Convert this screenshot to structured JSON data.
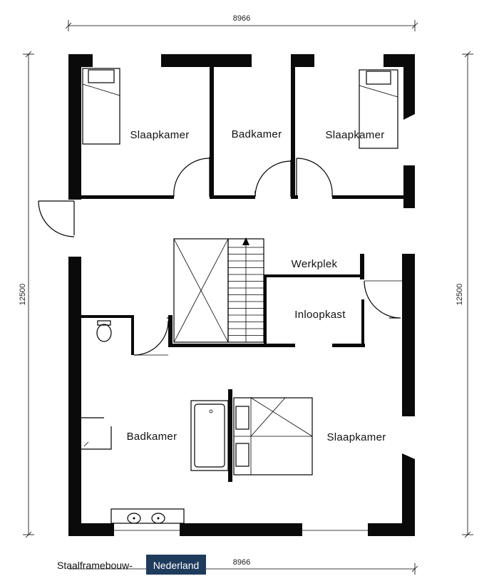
{
  "dimensions": {
    "top_width": "8966",
    "bottom_width": "8966",
    "left_height": "12500",
    "right_height": "12500"
  },
  "rooms": {
    "slaapkamer_left": "Slaapkamer",
    "badkamer_top": "Badkamer",
    "slaapkamer_right": "Slaapkamer",
    "werkplek": "Werkplek",
    "inloopkast": "Inloopkast",
    "badkamer_bottom": "Badkamer",
    "slaapkamer_main": "Slaapkamer"
  },
  "logo": {
    "part1": "Staalframebouw-",
    "part2": "Nederland",
    "box_color": "#1f3b5c"
  }
}
